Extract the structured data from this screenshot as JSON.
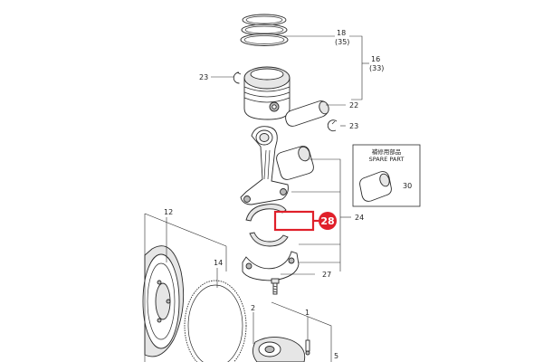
{
  "callouts": {
    "c18": "18",
    "c35": "(35)",
    "c16": "16",
    "c33": "(33)",
    "c23a": "23",
    "c22": "22",
    "c23b": "23",
    "c24": "24",
    "c27": "27",
    "c12": "12",
    "c14": "14",
    "c2": "2",
    "c1": "1",
    "c5": "5",
    "c30": "30"
  },
  "spare_box": {
    "title_jp": "補修用部品",
    "title_en": "SPARE PART"
  },
  "highlight": {
    "label": "28",
    "color": "#e0202a"
  }
}
